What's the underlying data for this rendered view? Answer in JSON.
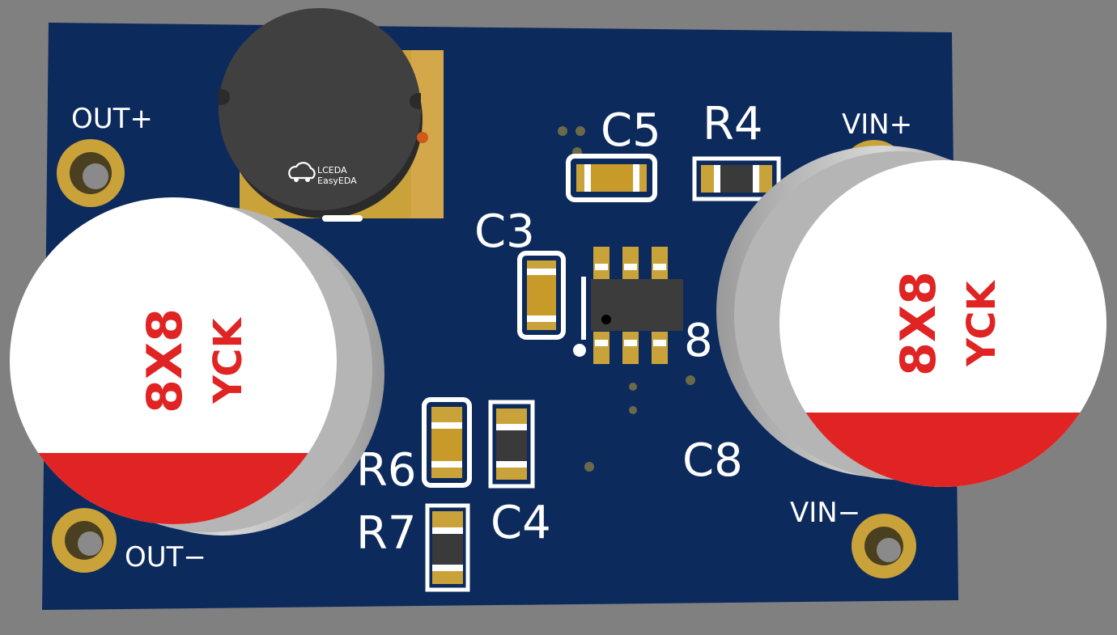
{
  "board": {
    "bg_color": "#808080",
    "pcb_color": "#0c2a5c",
    "silk_color": "#ffffff",
    "pad_color": "#c9a23a"
  },
  "labels": {
    "out_plus": "OUT+",
    "out_minus": "OUT−",
    "vin_plus": "VIN+",
    "vin_minus": "VIN−",
    "c5": "C5",
    "r4": "R4",
    "c3": "C3",
    "r6": "R6",
    "r7": "R7",
    "c4": "C4",
    "c8": "C8",
    "partial_c8_mark": "8"
  },
  "inductor": {
    "logo_line1": "LCEDA",
    "logo_line2": "EasyEDA",
    "icon": "cloud-icon"
  },
  "capacitors": {
    "left": {
      "size": "8X8",
      "brand": "YCK",
      "stripe_color": "#e02424"
    },
    "right": {
      "size": "8X8",
      "brand": "YCK",
      "stripe_color": "#e02424"
    }
  }
}
